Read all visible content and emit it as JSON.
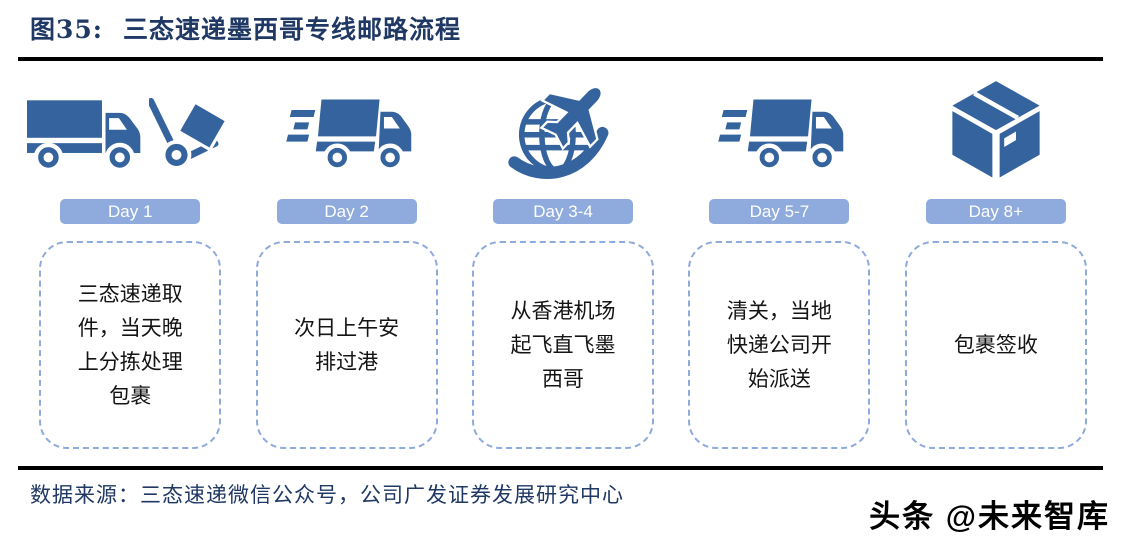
{
  "figure": {
    "label": "图35:",
    "title": "三态速递墨西哥专线邮路流程"
  },
  "columns": [
    {
      "day": "Day 1",
      "icons": [
        "truck-icon",
        "hand-truck-icon"
      ],
      "text": "三态速递取件，当天晚上分拣处理包裹"
    },
    {
      "day": "Day 2",
      "icons": [
        "speeding-truck-icon"
      ],
      "text": "次日上午安排过港"
    },
    {
      "day": "Day 3-4",
      "icons": [
        "globe-plane-icon"
      ],
      "text": "从香港机场起飞直飞墨西哥"
    },
    {
      "day": "Day 5-7",
      "icons": [
        "speeding-truck-icon"
      ],
      "text": "清关，当地快递公司开始派送"
    },
    {
      "day": "Day 8+",
      "icons": [
        "package-box-icon"
      ],
      "text": "包裹签收"
    }
  ],
  "footer": {
    "source": "数据来源：三态速递微信公众号，公司广发证券发展研究中心",
    "watermark": "头条 @未来智库"
  },
  "colors": {
    "icon_blue": "#35639E",
    "badge_blue": "#8FAADC",
    "title_navy": "#1F3864",
    "dashed_border": "#8FAADC",
    "rule_black": "#000000"
  }
}
